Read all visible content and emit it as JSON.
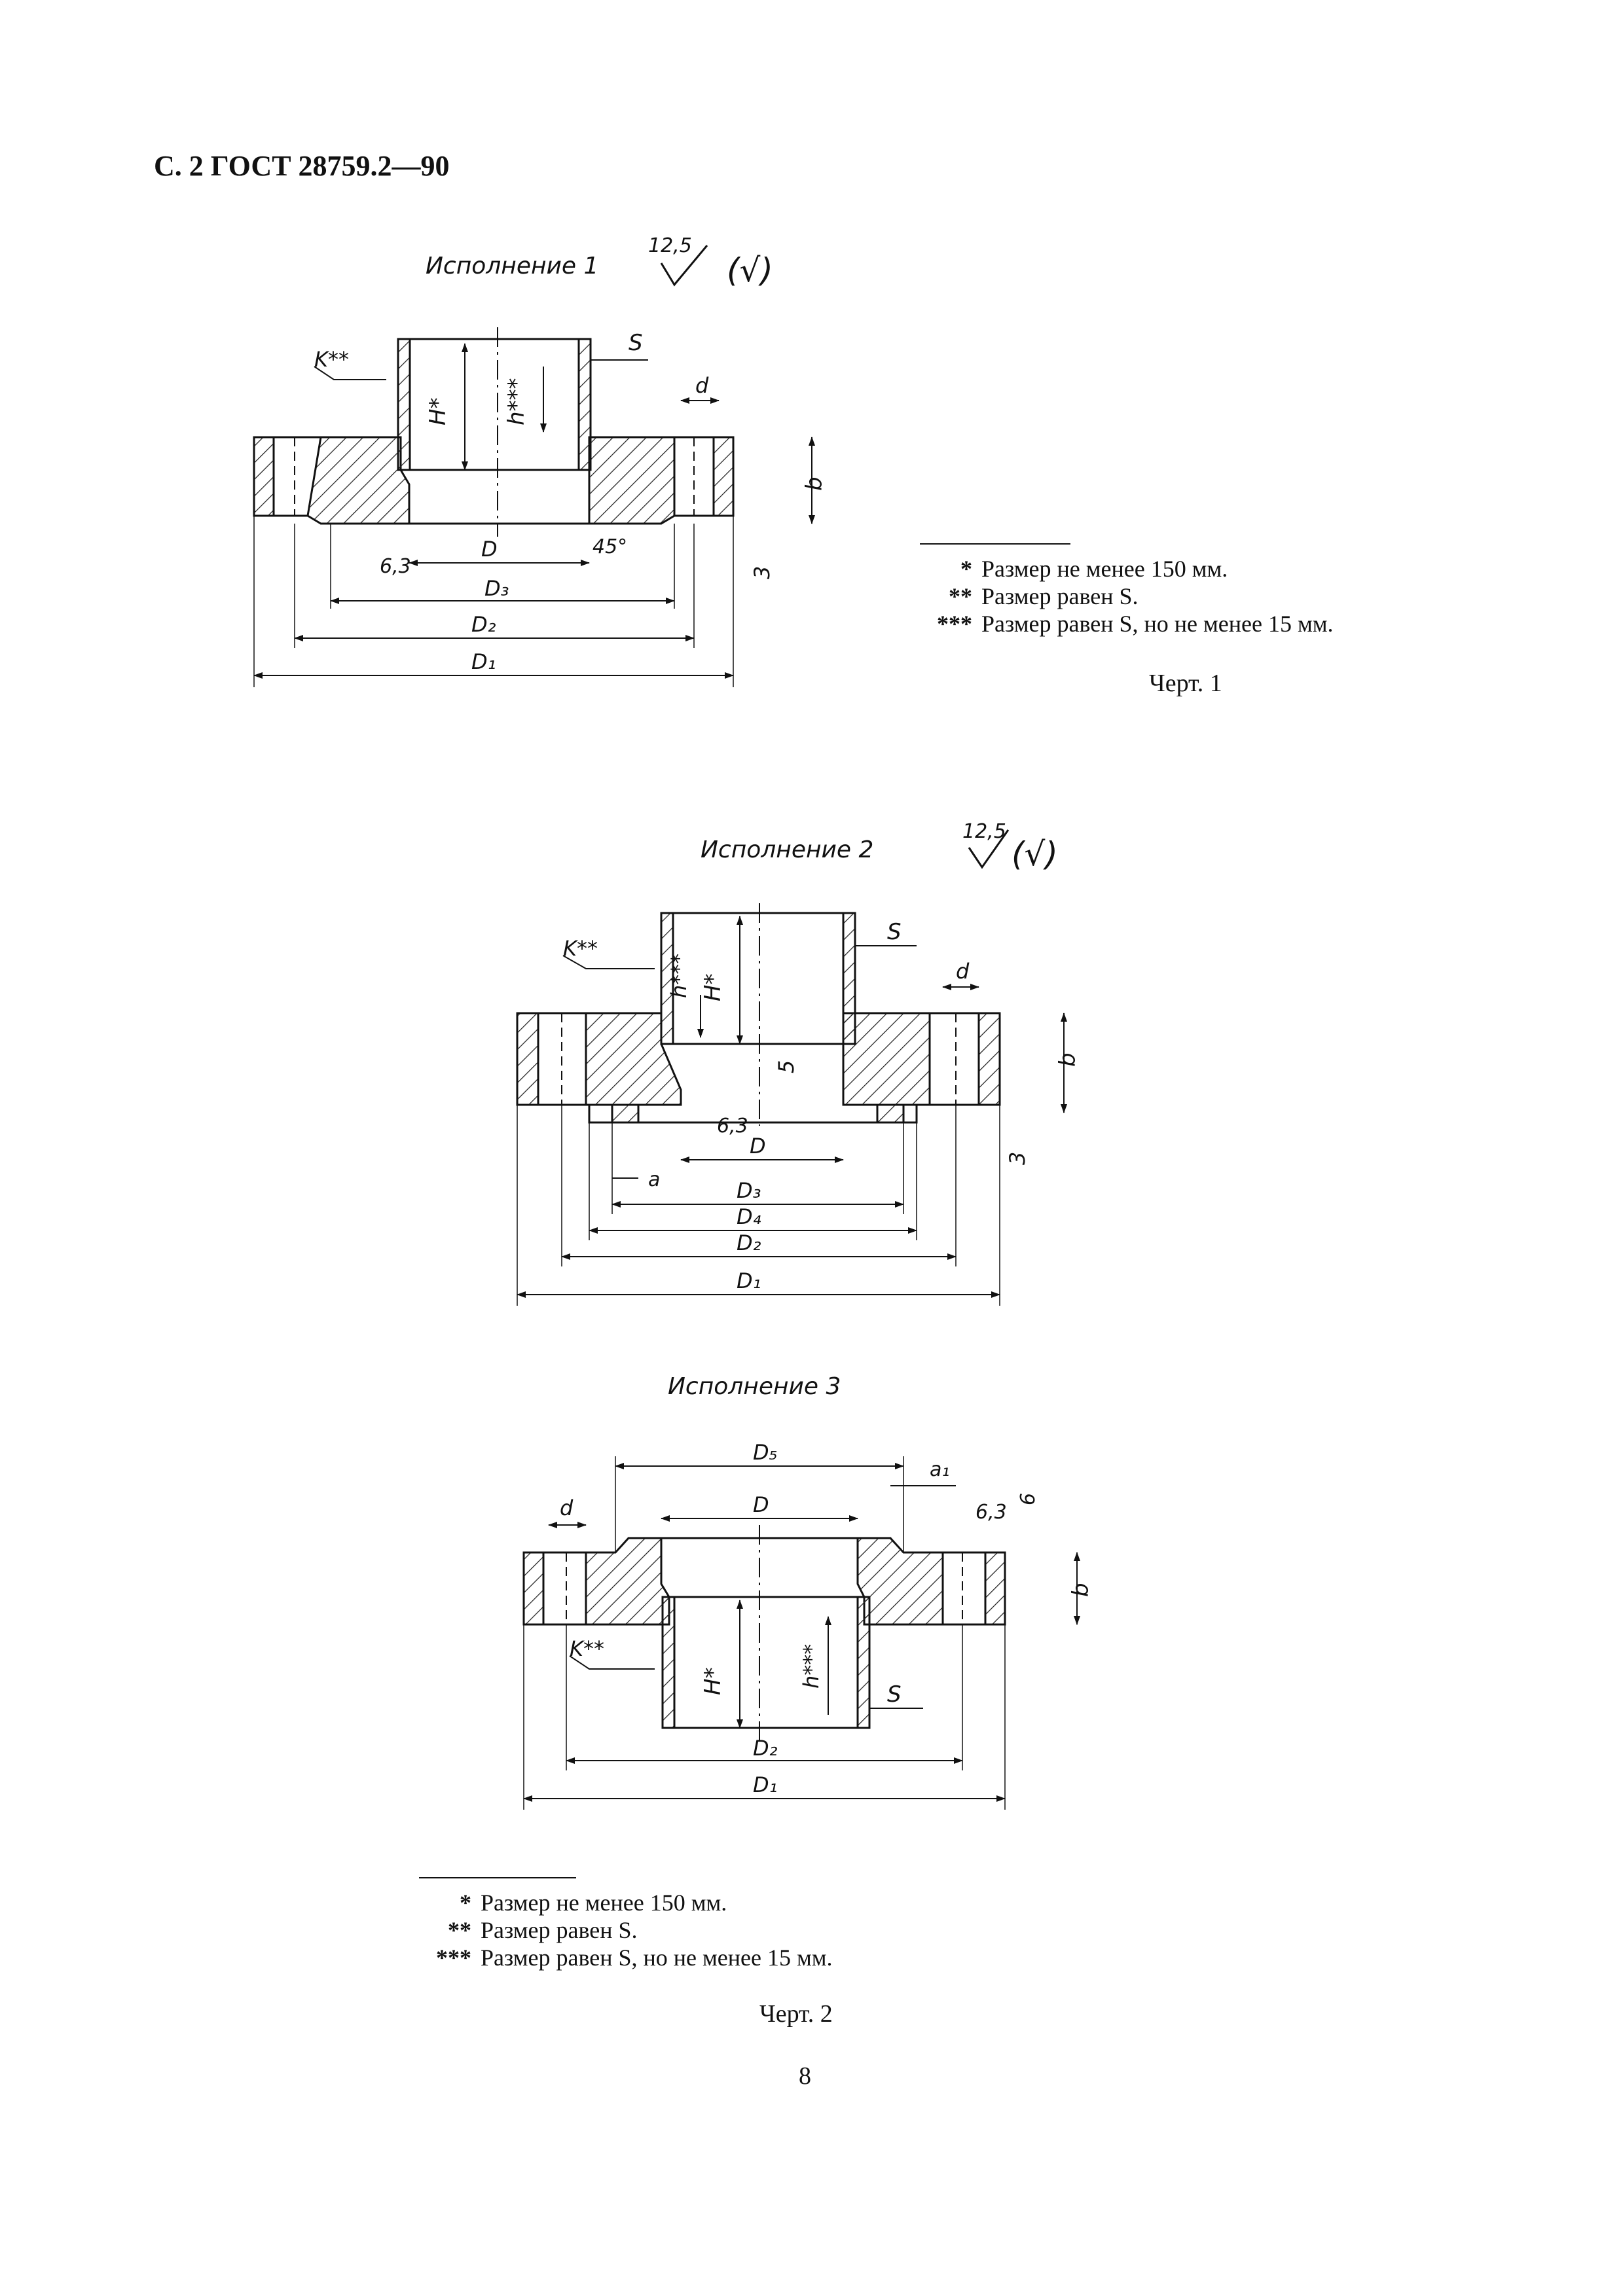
{
  "header": {
    "text": "С. 2 ГОСТ 28759.2—90"
  },
  "drawing1": {
    "title": "Исполнение 1",
    "roughness": "12,5",
    "roughness_alt": "(√)",
    "labels": {
      "S": "S",
      "d": "d",
      "K": "K**",
      "H": "H*",
      "h": "h***",
      "b": "b",
      "three": "3",
      "rough63": "6,3",
      "angle": "45°",
      "D": "D",
      "D3": "D₃",
      "D2": "D₂",
      "D1": "D₁"
    }
  },
  "footnotes1": {
    "items": [
      {
        "mark": "*",
        "text": "Размер не менее 150 мм."
      },
      {
        "mark": "**",
        "text": "Размер равен S."
      },
      {
        "mark": "***",
        "text": "Размер равен S, но не менее 15 мм."
      }
    ],
    "caption": "Черт. 1"
  },
  "drawing2": {
    "title": "Исполнение 2",
    "roughness": "12,5",
    "roughness_alt": "(√)",
    "labels": {
      "S": "S",
      "d": "d",
      "K": "K**",
      "H": "H*",
      "h": "h***",
      "b": "b",
      "three": "3",
      "five": "5",
      "rough63": "6,3",
      "a": "a",
      "D": "D",
      "D3": "D₃",
      "D4": "D₄",
      "D2": "D₂",
      "D1": "D₁"
    }
  },
  "drawing3": {
    "title": "Исполнение 3",
    "labels": {
      "D5": "D₅",
      "a1": "a₁",
      "d": "d",
      "D": "D",
      "rough63": "6,3",
      "six": "6",
      "b": "b",
      "K": "K**",
      "H": "H*",
      "h": "h***",
      "S": "S",
      "D2": "D₂",
      "D1": "D₁"
    }
  },
  "footnotes2": {
    "items": [
      {
        "mark": "*",
        "text": "Размер не менее 150 мм."
      },
      {
        "mark": "**",
        "text": "Размер равен S."
      },
      {
        "mark": "***",
        "text": "Размер равен S, но не менее 15 мм."
      }
    ],
    "caption": "Черт. 2"
  },
  "page_number": "8"
}
